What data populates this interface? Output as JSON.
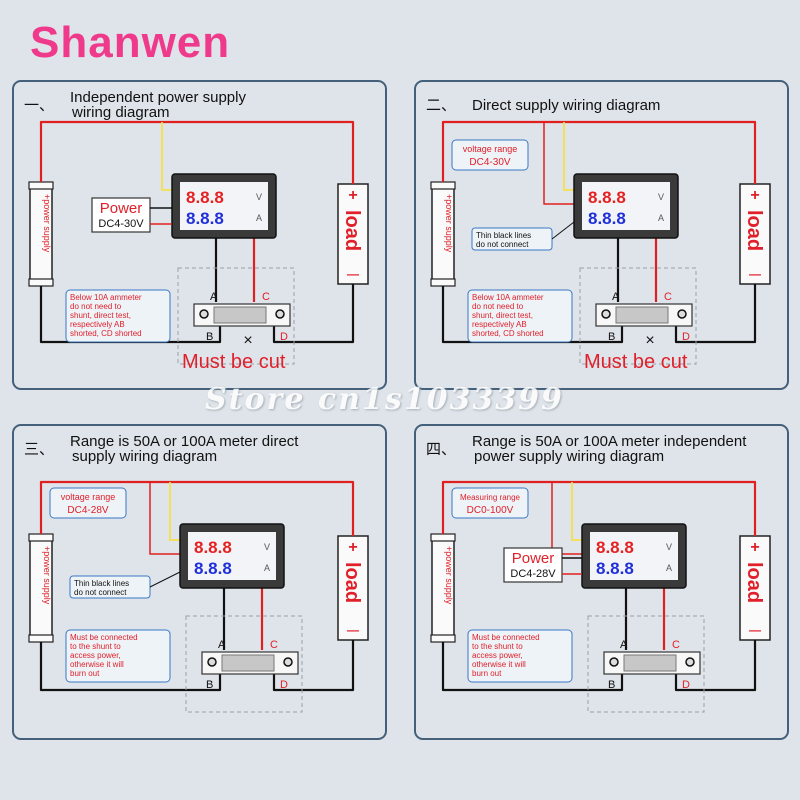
{
  "brand": "Shanwen",
  "watermark": "Store cn1s1033399",
  "display": {
    "digits": "8.8.8",
    "unit_v": "V",
    "unit_a": "A"
  },
  "terminals": {
    "a": "A",
    "b": "B",
    "c": "C",
    "d": "D"
  },
  "power_supply_label": "+power supply",
  "load_label": "load",
  "plus": "+",
  "minus": "—",
  "cut_mark": "×",
  "colors": {
    "red": "#e02020",
    "yellow": "#f5e04a",
    "black": "#111111",
    "label_red": "#e0202a",
    "border": "#44607a",
    "bg": "#dfe4ea"
  },
  "panels": [
    {
      "number": "一、",
      "title_line1": "Independent power supply",
      "title_line2": "wiring diagram",
      "power_label": "Power",
      "power_range": "DC4-30V",
      "note": [
        "Below 10A ammeter",
        "do not need to",
        "shunt, direct test,",
        "respectively AB",
        "shorted, CD shorted"
      ],
      "cut_label": "Must be cut"
    },
    {
      "number": "二、",
      "title_line1": "Direct supply wiring diagram",
      "range_title": "voltage range",
      "range_value": "DC4-30V",
      "thin_line1": "Thin black lines",
      "thin_line2": "do not connect",
      "note": [
        "Below 10A ammeter",
        "do not need to",
        "shunt, direct test,",
        "respectively AB",
        "shorted, CD shorted"
      ],
      "cut_label": "Must be cut"
    },
    {
      "number": "三、",
      "title_line1": "Range is 50A or 100A meter direct",
      "title_line2": "supply wiring diagram",
      "range_title": "voltage range",
      "range_value": "DC4-28V",
      "thin_line1": "Thin black lines",
      "thin_line2": "do not connect",
      "note": [
        "Must be connected",
        "to the shunt to",
        "access power,",
        "otherwise it will",
        "burn out"
      ]
    },
    {
      "number": "四、",
      "title_line1": "Range is 50A or 100A meter independent",
      "title_line2": "power supply wiring diagram",
      "range_title": "Measuring range",
      "range_value": "DC0-100V",
      "power_label": "Power",
      "power_range": "DC4-28V",
      "note": [
        "Must be connected",
        "to the shunt to",
        "access power,",
        "otherwise it will",
        "burn out"
      ]
    }
  ]
}
